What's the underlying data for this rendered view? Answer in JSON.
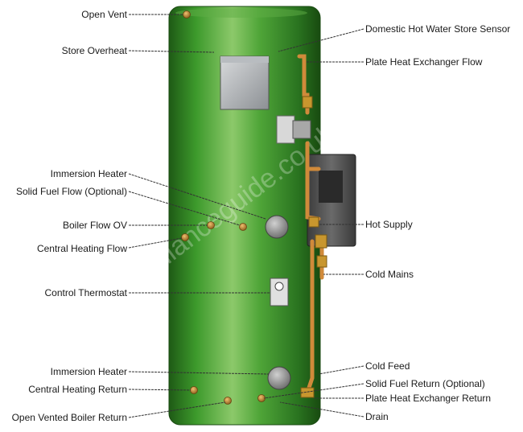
{
  "labels_left": [
    {
      "id": "open-vent",
      "text": "Open Vent"
    },
    {
      "id": "store-overheat",
      "text": "Store Overheat"
    },
    {
      "id": "immersion-heater-upper",
      "text": "Immersion Heater"
    },
    {
      "id": "solid-fuel-flow",
      "text": "Solid Fuel Flow (Optional)"
    },
    {
      "id": "boiler-flow-ov",
      "text": "Boiler Flow OV"
    },
    {
      "id": "central-heating-flow",
      "text": "Central Heating Flow"
    },
    {
      "id": "control-thermostat",
      "text": "Control Thermostat"
    },
    {
      "id": "immersion-heater-lower",
      "text": "Immersion Heater"
    },
    {
      "id": "central-heating-return",
      "text": "Central Heating Return"
    },
    {
      "id": "open-vented-boiler-return",
      "text": "Open Vented Boiler Return"
    }
  ],
  "labels_right": [
    {
      "id": "dhw-store-sensor",
      "text": "Domestic Hot Water Store Sensor"
    },
    {
      "id": "plate-hx-flow",
      "text": "Plate Heat Exchanger Flow"
    },
    {
      "id": "hot-supply",
      "text": "Hot Supply"
    },
    {
      "id": "cold-mains",
      "text": "Cold Mains"
    },
    {
      "id": "cold-feed",
      "text": "Cold Feed"
    },
    {
      "id": "solid-fuel-return",
      "text": "Solid Fuel Return (Optional)"
    },
    {
      "id": "plate-hx-return",
      "text": "Plate Heat Exchanger Return"
    },
    {
      "id": "drain",
      "text": "Drain"
    }
  ],
  "watermark": "www.gasapplianceguide.co.uk",
  "colors": {
    "cylinder_light": "#7dbe5a",
    "cylinder_mid": "#3f9a2e",
    "cylinder_dark": "#1d5a14",
    "copper": "#d08a3a",
    "brass": "#c8962e",
    "leader": "#333333",
    "panel": "#5a5a5a"
  }
}
